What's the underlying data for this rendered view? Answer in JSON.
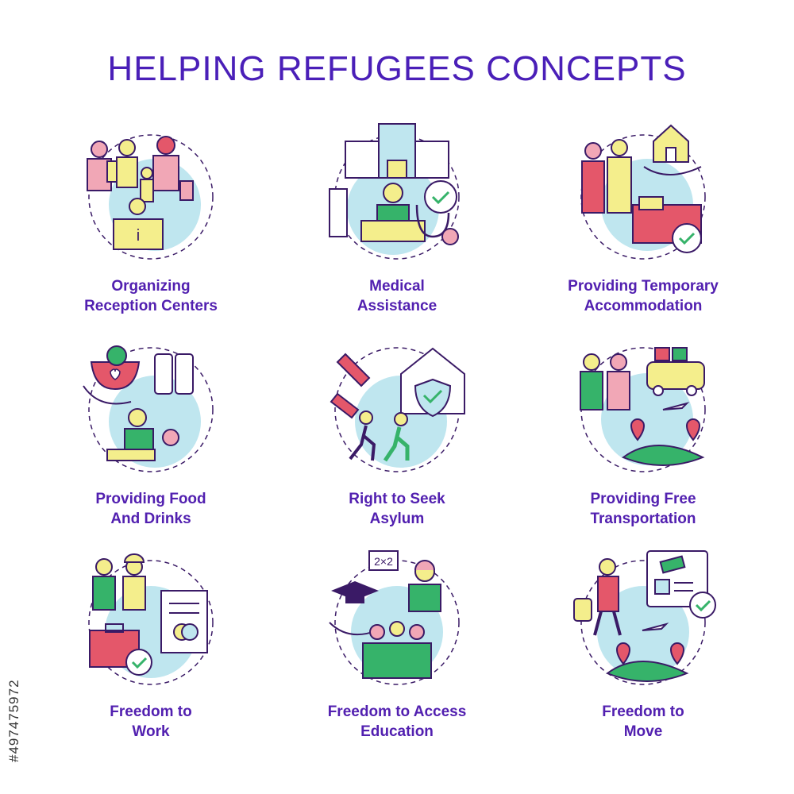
{
  "title": "HELPING REFUGEES CONCEPTS",
  "watermark": "#497475972",
  "colors": {
    "title": "#4a1fb8",
    "label": "#5220b0",
    "circle": "#bfe6ef",
    "outline": "#3a1a66",
    "accent_red": "#e4576a",
    "accent_green": "#36b36a",
    "accent_yellow": "#f4ee8c",
    "accent_pink": "#f1a7b6"
  },
  "icons": [
    {
      "name": "reception-centers-icon",
      "line1": "Organizing",
      "line2": "Reception Centers"
    },
    {
      "name": "medical-assistance-icon",
      "line1": "Medical",
      "line2": "Assistance"
    },
    {
      "name": "temporary-accommodation-icon",
      "line1": "Providing Temporary",
      "line2": "Accommodation"
    },
    {
      "name": "food-and-drinks-icon",
      "line1": "Providing Food",
      "line2": "And Drinks"
    },
    {
      "name": "seek-asylum-icon",
      "line1": "Right to Seek",
      "line2": "Asylum"
    },
    {
      "name": "free-transportation-icon",
      "line1": "Providing Free",
      "line2": "Transportation"
    },
    {
      "name": "freedom-to-work-icon",
      "line1": "Freedom to",
      "line2": "Work"
    },
    {
      "name": "access-education-icon",
      "line1": "Freedom to Access",
      "line2": "Education"
    },
    {
      "name": "freedom-to-move-icon",
      "line1": "Freedom to",
      "line2": "Move"
    }
  ]
}
